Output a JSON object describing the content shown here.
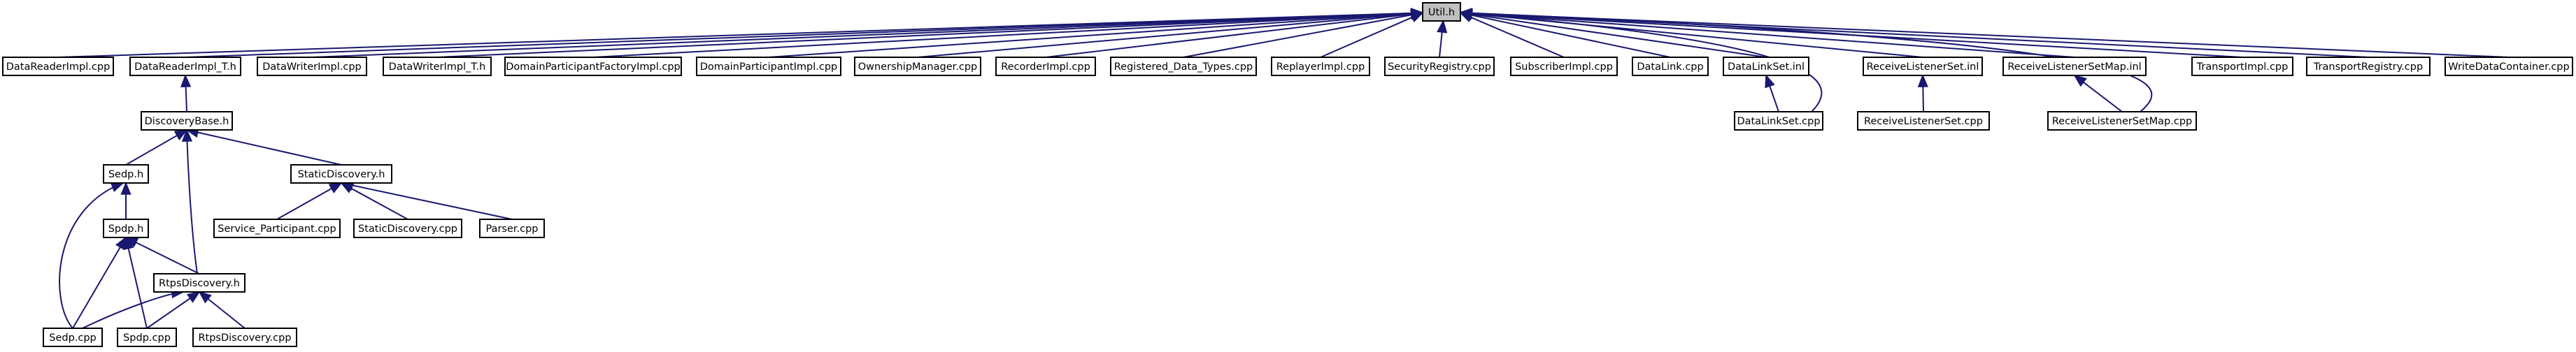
{
  "nodes": [
    {
      "id": "util_h",
      "label": "Util.h",
      "root": true
    },
    {
      "id": "datareaderimpl_cpp",
      "label": "DataReaderImpl.cpp"
    },
    {
      "id": "datareaderimpl_t_h",
      "label": "DataReaderImpl_T.h"
    },
    {
      "id": "datawriterimpl_cpp",
      "label": "DataWriterImpl.cpp"
    },
    {
      "id": "datawriterimpl_t_h",
      "label": "DataWriterImpl_T.h"
    },
    {
      "id": "domainparticipantfactoryimpl_cpp",
      "label": "DomainParticipantFactoryImpl.cpp"
    },
    {
      "id": "domainparticipantimpl_cpp",
      "label": "DomainParticipantImpl.cpp"
    },
    {
      "id": "ownershipmanager_cpp",
      "label": "OwnershipManager.cpp"
    },
    {
      "id": "recorderimpl_cpp",
      "label": "RecorderImpl.cpp"
    },
    {
      "id": "registered_data_types_cpp",
      "label": "Registered_Data_Types.cpp"
    },
    {
      "id": "replayerimpl_cpp",
      "label": "ReplayerImpl.cpp"
    },
    {
      "id": "securityregistry_cpp",
      "label": "SecurityRegistry.cpp"
    },
    {
      "id": "subscriberimpl_cpp",
      "label": "SubscriberImpl.cpp"
    },
    {
      "id": "datalink_cpp",
      "label": "DataLink.cpp"
    },
    {
      "id": "datalinkset_inl",
      "label": "DataLinkSet.inl"
    },
    {
      "id": "receivelistenerset_inl",
      "label": "ReceiveListenerSet.inl"
    },
    {
      "id": "receivelistenersetmap_inl",
      "label": "ReceiveListenerSetMap.inl"
    },
    {
      "id": "transportimpl_cpp",
      "label": "TransportImpl.cpp"
    },
    {
      "id": "transportregistry_cpp",
      "label": "TransportRegistry.cpp"
    },
    {
      "id": "writedatacontainer_cpp",
      "label": "WriteDataContainer.cpp"
    },
    {
      "id": "discoverybase_h",
      "label": "DiscoveryBase.h"
    },
    {
      "id": "datalinkset_cpp",
      "label": "DataLinkSet.cpp"
    },
    {
      "id": "receivelistenerset_cpp",
      "label": "ReceiveListenerSet.cpp"
    },
    {
      "id": "receivelistenersetmap_cpp",
      "label": "ReceiveListenerSetMap.cpp"
    },
    {
      "id": "sedp_h",
      "label": "Sedp.h"
    },
    {
      "id": "staticdiscovery_h",
      "label": "StaticDiscovery.h"
    },
    {
      "id": "service_participant_cpp",
      "label": "Service_Participant.cpp"
    },
    {
      "id": "staticdiscovery_cpp",
      "label": "StaticDiscovery.cpp"
    },
    {
      "id": "parser_cpp",
      "label": "Parser.cpp"
    },
    {
      "id": "spdp_h",
      "label": "Spdp.h"
    },
    {
      "id": "rtpsdiscovery_h",
      "label": "RtpsDiscovery.h"
    },
    {
      "id": "sedp_cpp",
      "label": "Sedp.cpp"
    },
    {
      "id": "spdp_cpp",
      "label": "Spdp.cpp"
    },
    {
      "id": "rtpsdiscovery_cpp",
      "label": "RtpsDiscovery.cpp"
    }
  ],
  "edges": [
    {
      "from": "datareaderimpl_cpp",
      "to": "util_h"
    },
    {
      "from": "datareaderimpl_t_h",
      "to": "util_h"
    },
    {
      "from": "datawriterimpl_cpp",
      "to": "util_h"
    },
    {
      "from": "datawriterimpl_t_h",
      "to": "util_h"
    },
    {
      "from": "domainparticipantfactoryimpl_cpp",
      "to": "util_h"
    },
    {
      "from": "domainparticipantimpl_cpp",
      "to": "util_h"
    },
    {
      "from": "ownershipmanager_cpp",
      "to": "util_h"
    },
    {
      "from": "recorderimpl_cpp",
      "to": "util_h"
    },
    {
      "from": "registered_data_types_cpp",
      "to": "util_h"
    },
    {
      "from": "replayerimpl_cpp",
      "to": "util_h"
    },
    {
      "from": "securityregistry_cpp",
      "to": "util_h"
    },
    {
      "from": "subscriberimpl_cpp",
      "to": "util_h"
    },
    {
      "from": "datalink_cpp",
      "to": "util_h"
    },
    {
      "from": "datalinkset_inl",
      "to": "util_h"
    },
    {
      "from": "receivelistenerset_inl",
      "to": "util_h"
    },
    {
      "from": "receivelistenersetmap_inl",
      "to": "util_h"
    },
    {
      "from": "transportimpl_cpp",
      "to": "util_h"
    },
    {
      "from": "transportregistry_cpp",
      "to": "util_h"
    },
    {
      "from": "writedatacontainer_cpp",
      "to": "util_h"
    },
    {
      "from": "datalinkset_cpp",
      "to": "util_h"
    },
    {
      "from": "receivelistenersetmap_cpp",
      "to": "util_h"
    },
    {
      "from": "discoverybase_h",
      "to": "datareaderimpl_t_h"
    },
    {
      "from": "datalinkset_cpp",
      "to": "datalinkset_inl"
    },
    {
      "from": "receivelistenerset_cpp",
      "to": "receivelistenerset_inl"
    },
    {
      "from": "receivelistenersetmap_cpp",
      "to": "receivelistenersetmap_inl"
    },
    {
      "from": "sedp_h",
      "to": "discoverybase_h"
    },
    {
      "from": "staticdiscovery_h",
      "to": "discoverybase_h"
    },
    {
      "from": "rtpsdiscovery_h",
      "to": "discoverybase_h"
    },
    {
      "from": "spdp_h",
      "to": "sedp_h"
    },
    {
      "from": "sedp_cpp",
      "to": "sedp_h"
    },
    {
      "from": "service_participant_cpp",
      "to": "staticdiscovery_h"
    },
    {
      "from": "staticdiscovery_cpp",
      "to": "staticdiscovery_h"
    },
    {
      "from": "parser_cpp",
      "to": "staticdiscovery_h"
    },
    {
      "from": "rtpsdiscovery_h",
      "to": "spdp_h"
    },
    {
      "from": "sedp_cpp",
      "to": "spdp_h"
    },
    {
      "from": "spdp_cpp",
      "to": "spdp_h"
    },
    {
      "from": "sedp_cpp",
      "to": "rtpsdiscovery_h"
    },
    {
      "from": "spdp_cpp",
      "to": "rtpsdiscovery_h"
    },
    {
      "from": "rtpsdiscovery_cpp",
      "to": "rtpsdiscovery_h"
    }
  ],
  "colors": {
    "edge": "#191970",
    "node_border": "#000000",
    "root_fill": "#bfbfbf",
    "node_fill": "#ffffff"
  }
}
